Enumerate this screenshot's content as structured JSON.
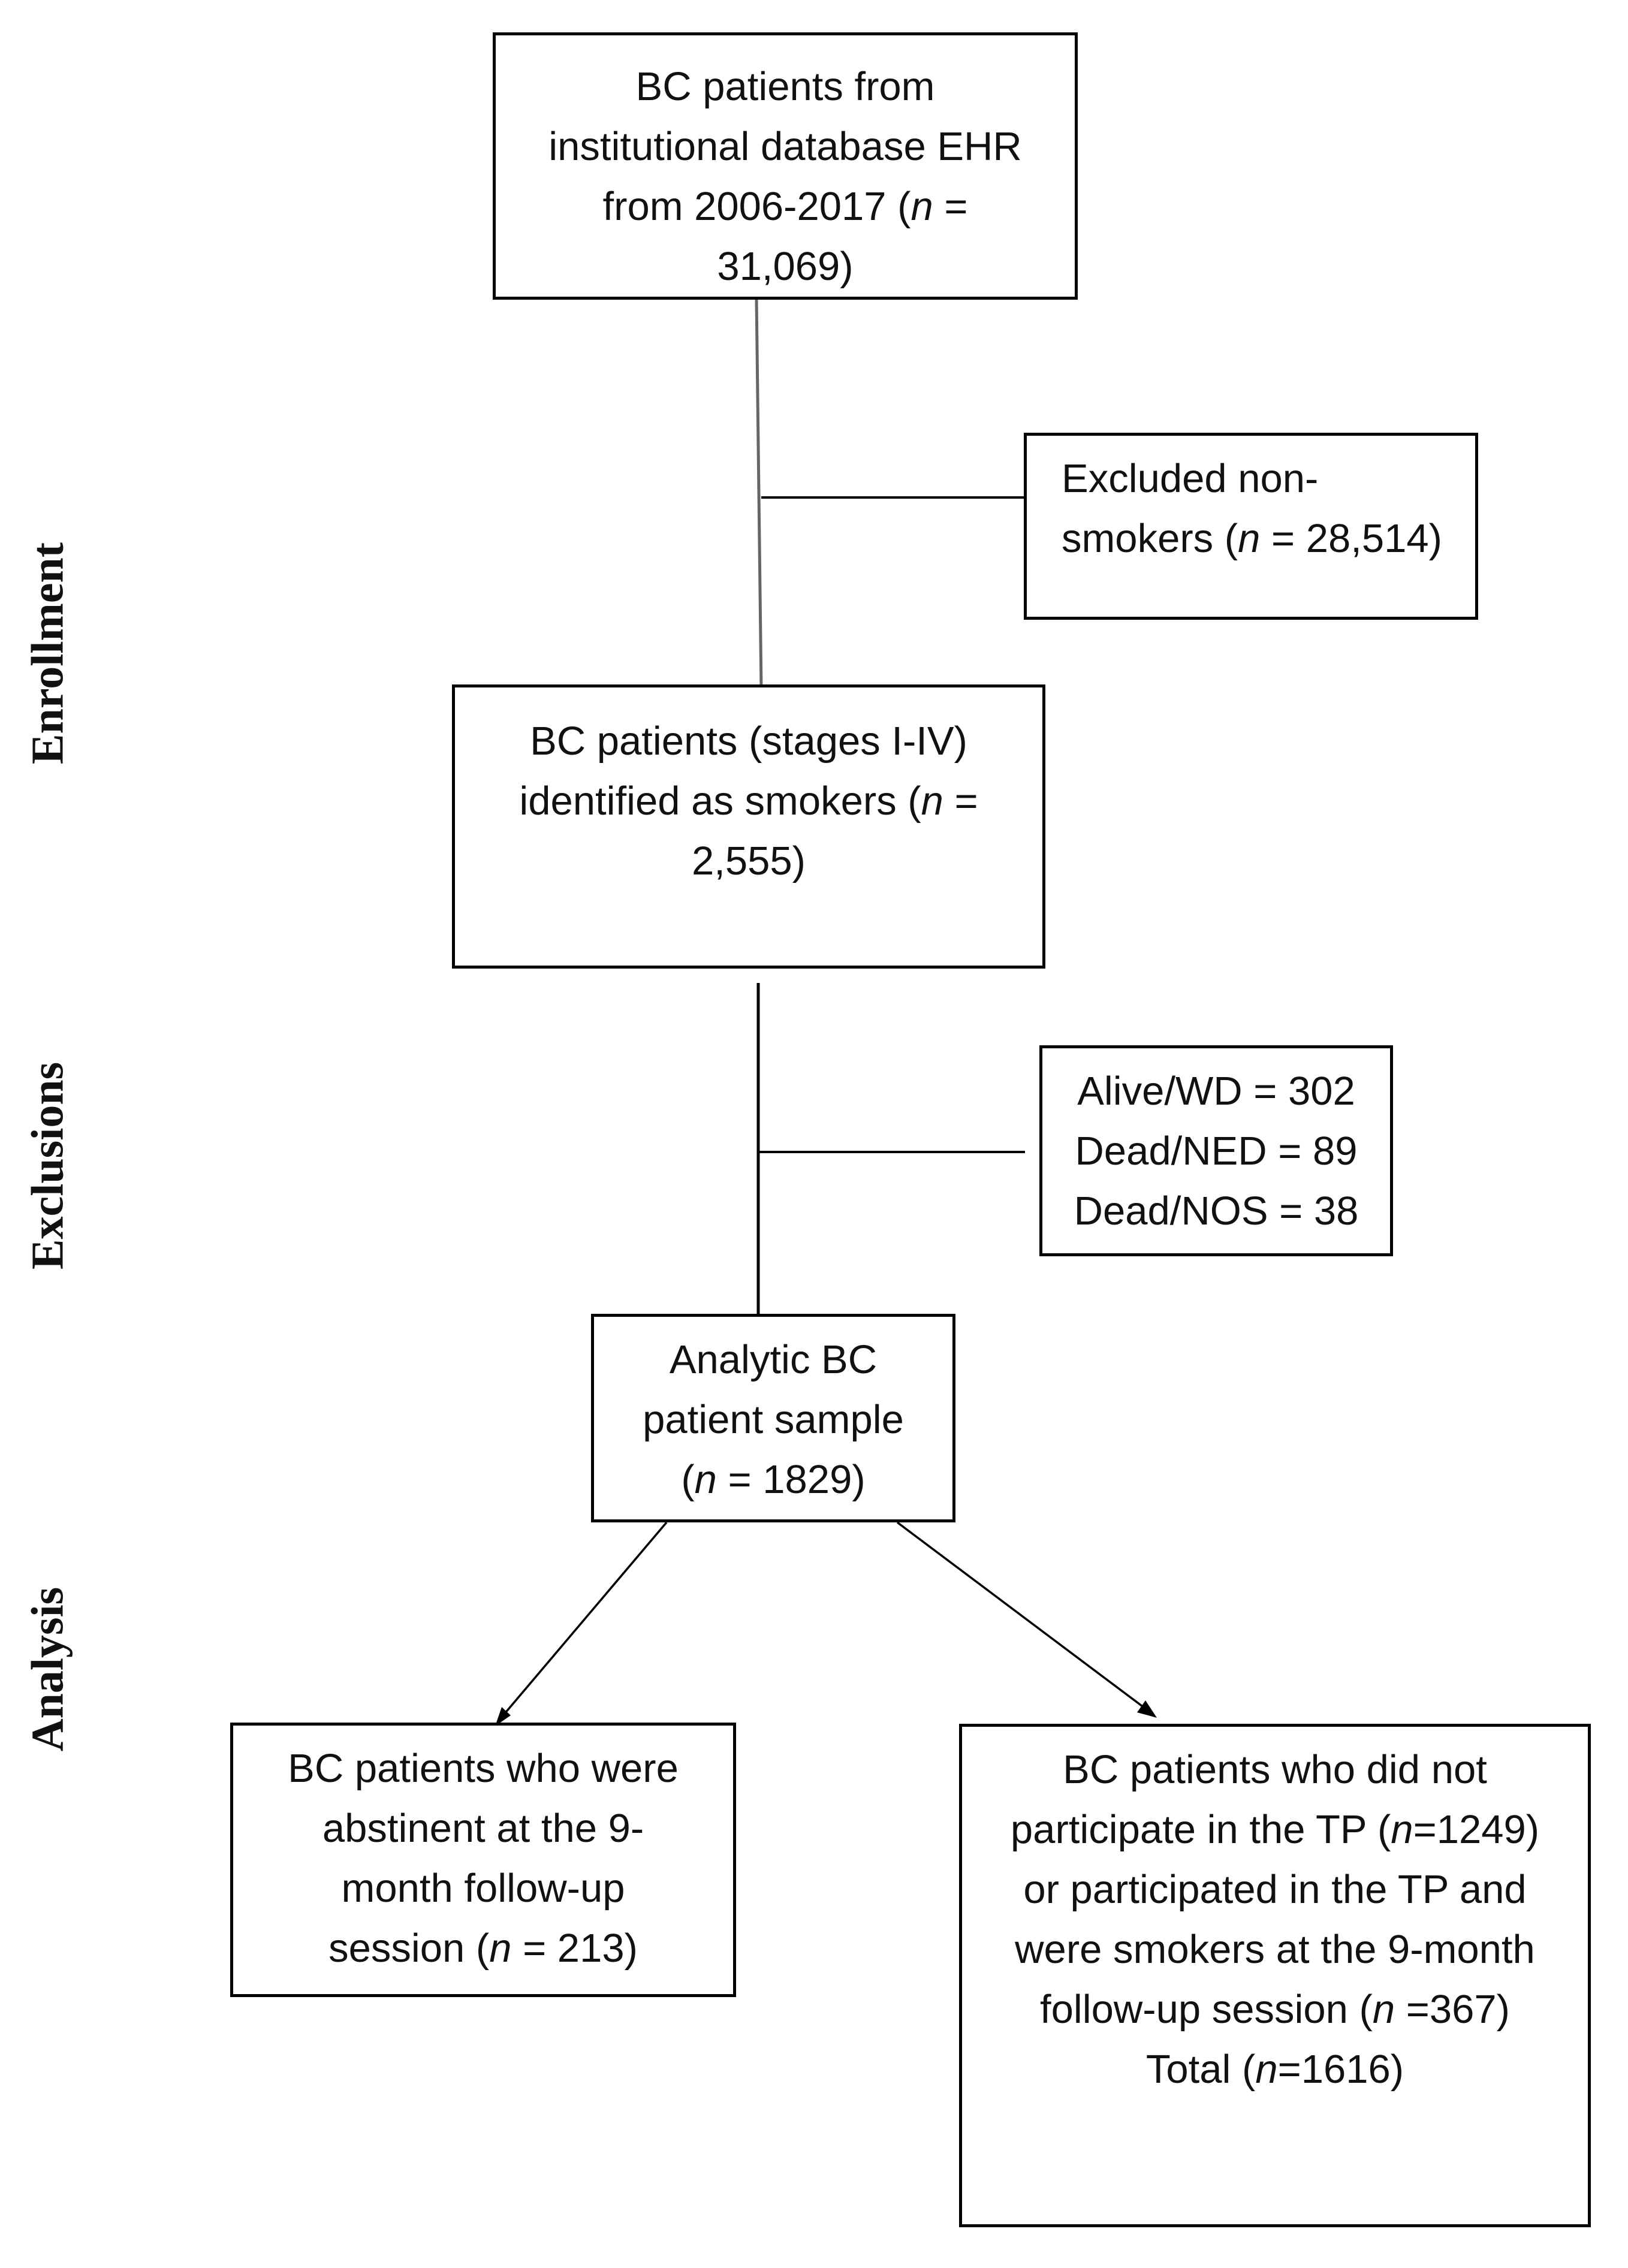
{
  "stages": {
    "enrollment": "Enrollment",
    "exclusions": "Exclusions",
    "analysis": "Analysis"
  },
  "boxes": {
    "source": {
      "lines": [
        [
          "BC patients from"
        ],
        [
          "institutional database EHR"
        ],
        [
          "from 2006-2017 (",
          {
            "i": "n"
          },
          " ="
        ],
        [
          "31,069)"
        ]
      ]
    },
    "excluded_nonsmokers": {
      "lines": [
        [
          "Excluded non-"
        ],
        [
          "smokers (",
          {
            "i": "n"
          },
          " = 28,514)"
        ]
      ]
    },
    "smokers": {
      "lines": [
        [
          "BC patients (stages I-IV)"
        ],
        [
          "identified as smokers (",
          {
            "i": "n"
          },
          " ="
        ],
        [
          "2,555)"
        ]
      ]
    },
    "exclusions": {
      "lines": [
        [
          "Alive/WD = 302"
        ],
        [
          "Dead/NED = 89"
        ],
        [
          "Dead/NOS = 38"
        ]
      ]
    },
    "analytic": {
      "lines": [
        [
          "Analytic BC"
        ],
        [
          "patient sample"
        ],
        [
          "(",
          {
            "i": "n"
          },
          " = 1829)"
        ]
      ]
    },
    "abstinent": {
      "lines": [
        [
          "BC patients who were"
        ],
        [
          "abstinent at the 9-"
        ],
        [
          "month follow-up"
        ],
        [
          "session (",
          {
            "i": "n"
          },
          " = 213)"
        ]
      ]
    },
    "smokers_followup": {
      "lines": [
        [
          "BC patients who did not"
        ],
        [
          "participate in the TP (",
          {
            "i": "n"
          },
          "=1249)"
        ],
        [
          "or participated in the TP and"
        ],
        [
          "were smokers at the 9-month"
        ],
        [
          "follow-up session (",
          {
            "i": "n"
          },
          " =367)"
        ],
        [
          "Total (",
          {
            "i": "n"
          },
          "=1616)"
        ]
      ]
    }
  }
}
